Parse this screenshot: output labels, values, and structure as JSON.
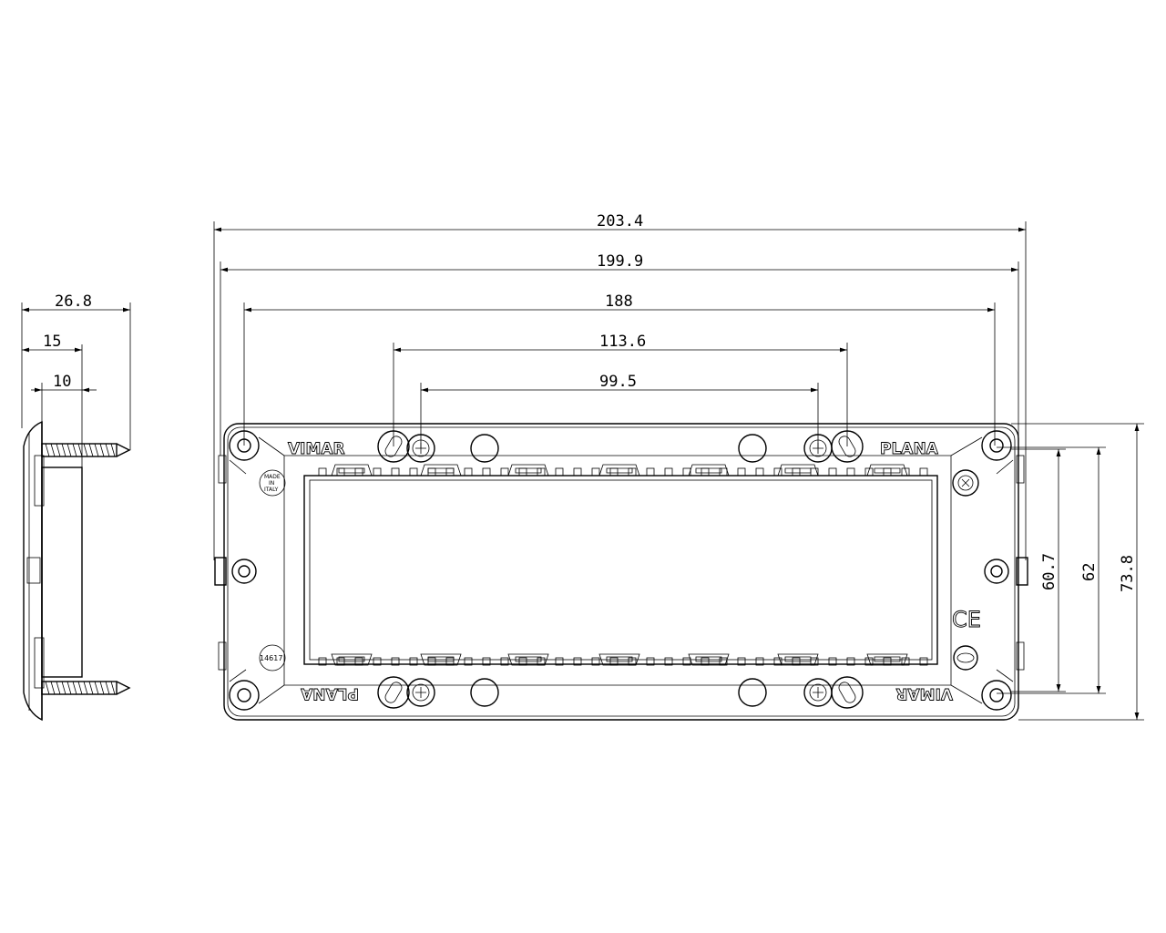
{
  "drawing": {
    "dimensions": {
      "overall_width": "203.4",
      "width_2": "199.9",
      "width_3": "188",
      "width_4": "113.6",
      "width_5": "99.5",
      "side_depth": "26.8",
      "side_15": "15",
      "side_10": "10",
      "height_60_7": "60.7",
      "height_62": "62",
      "height_73_8": "73.8"
    },
    "labels": {
      "brand_top": "VIMAR",
      "product_top": "PLANA",
      "brand_bottom": "VIMAR",
      "product_bottom": "PLANA",
      "made_in_1": "MADE",
      "made_in_2": "IN",
      "made_in_3": "ITALY",
      "code": "14617",
      "ce": "CE"
    }
  }
}
